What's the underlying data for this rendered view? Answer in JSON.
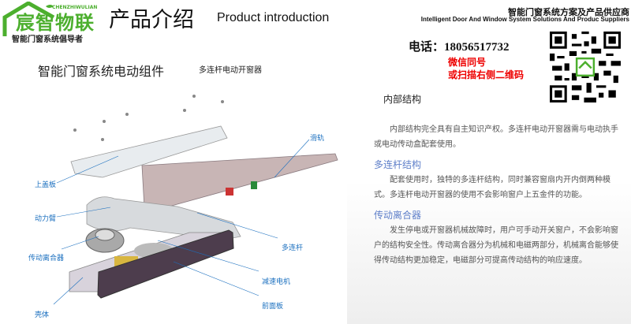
{
  "header": {
    "logo_cn": "宸智物联",
    "logo_en": "CHENZHIWULIAN",
    "slogan": "智能门窗系统倡导者",
    "title_cn": "产品介绍",
    "title_en": "Product introduction",
    "corp_cn": "智能门窗系统方案及产品供应商",
    "corp_en": "Intelligent Door And Window System Solutions And Produc Suppliers"
  },
  "contact": {
    "phone": "电话：18056517732",
    "wechat_line1": "微信同号",
    "wechat_line2": "或扫描右侧二维码",
    "qr_icon": "qr-code"
  },
  "section": {
    "title": "智能门窗系统电动组件",
    "subtitle": "多连杆电动开窗器"
  },
  "diagram": {
    "labels": [
      "滑轨",
      "上盖板",
      "动力臂",
      "多连杆",
      "传动离合器",
      "减速电机",
      "前面板",
      "壳体"
    ]
  },
  "description": {
    "heading": "内部结构",
    "intro": "内部结构完全具有自主知识产权。多连杆电动开窗器需与电动执手或电动传动盒配套使用。",
    "sections": [
      {
        "title": "多连杆结构",
        "text": "配套使用时，独特的多连杆结构，同时兼容窗扇内开内倒两种模式。多连杆电动开窗器的使用不会影响窗户上五金件的功能。"
      },
      {
        "title": "传动离合器",
        "text": "发生停电或开窗器机械故障时，用户可手动开关窗户，不会影响窗户的结构安全性。传动离合器分为机械和电磁两部分，机械离合能够使得传动结构更加稳定，电磁部分可提高传动结构的响应速度。"
      }
    ]
  }
}
